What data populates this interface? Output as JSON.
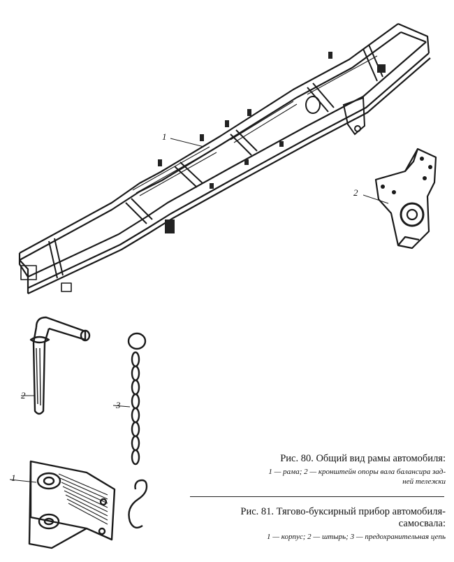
{
  "figure80": {
    "labels": {
      "frame": "1",
      "bracket": "2"
    },
    "caption_title": "Рис. 80. Общий вид рамы автомобиля:",
    "legend_line1": "1 — рама; 2 — кронштейн опоры вала балансира зад-",
    "legend_line2": "ней тележки"
  },
  "figure81": {
    "labels": {
      "body": "1",
      "pin": "2",
      "chain": "3"
    },
    "caption_line1": "Рис. 81. Тягово-буксирный прибор автомобиля-",
    "caption_line2": "самосвала:",
    "legend": "1 — корпус; 2 — штырь; 3 — предохранительная цепь"
  }
}
